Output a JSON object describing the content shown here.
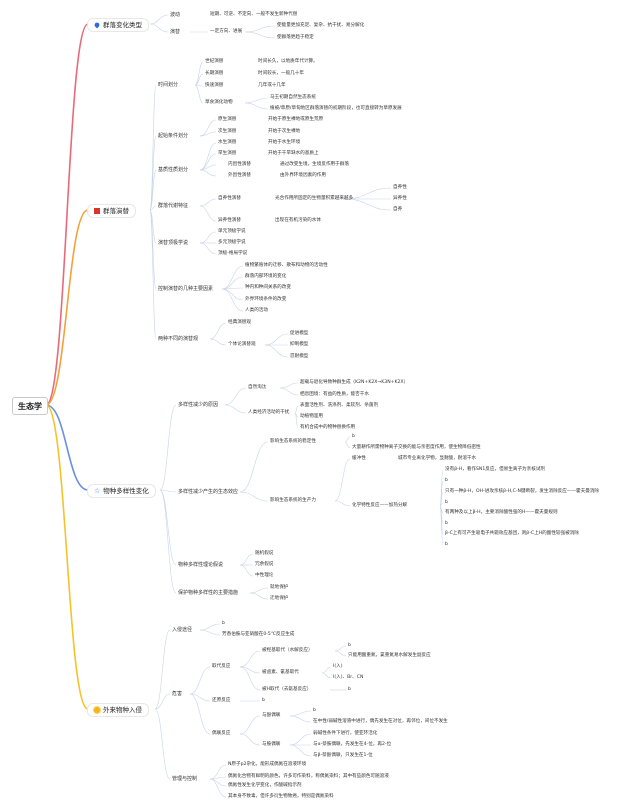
{
  "root": "生态学",
  "branches": {
    "b1": {
      "label": "群落变化类型",
      "icon": "fire-icon"
    },
    "b2": {
      "label": "群落演替",
      "icon": "red-square-icon"
    },
    "b3": {
      "label": "物种多样性变化",
      "icon": "star-icon"
    },
    "b4": {
      "label": "外来物种入侵",
      "icon": "sun-icon"
    }
  },
  "nodes": {
    "n1": "波动",
    "n2": "短期、可逆、不定向、一般不发生新种代替",
    "n3": "演替",
    "n4": "一定方向、进展",
    "n5": "使能量更加充足、复杂、抗干扰、易分解化",
    "n6": "使群落更趋于稳定",
    "n7": "时间划分",
    "n8": "世纪演替",
    "n9": "时间长久，以地质年代计算。",
    "n10": "长期演替",
    "n11": "时间较长，一般几十年",
    "n12": "快速演替",
    "n13": "几年或十几年",
    "n14": "草食演化动物",
    "n15": "马王初期自然生态系统",
    "n16": "植被/草原/草甸地区群落演替的初期阶段，也可直接转为草原发展",
    "n17": "起始条件划分",
    "n18": "原生演替",
    "n19": "开始于原生裸地或原生荒原",
    "n20": "次生演替",
    "n21": "开始于次生裸地",
    "n22": "基质性质划分",
    "n23": "水生演替",
    "n24": "开始于水生环境",
    "n25": "旱生演替",
    "n26": "开始于干旱缺水的基质上",
    "n27": "内因性演替",
    "n28": "通过改变生境，生境反作用于群落",
    "n29": "外因性演替",
    "n30": "由外界环境因素的作用",
    "n31": "群落代谢特征",
    "n32": "自养性演替",
    "n33": "光合作用所固定的生物量积累越来越多",
    "n34": "自养性",
    "n35": "异养性",
    "n36": "自养",
    "n37": "异养性演替",
    "n38": "出现在有机污染的水体",
    "n39": "演替顶极学说",
    "n40": "单元顶极学说",
    "n41": "多元顶极学说",
    "n42": "顶极-格局学说",
    "n43": "控制演替的几种主要因素",
    "n44": "植物繁殖体的迁移、散布和动物的活动性",
    "n45": "群落内部环境的变化",
    "n46": "种内和种间关系的改变",
    "n47": "外界环境条件的改变",
    "n48": "人类的活动",
    "n49": "两种不同的演替观",
    "n50": "经典演替观",
    "n51": "个体论演替观",
    "n52": "促进模型",
    "n53": "抑制模型",
    "n54": "忍耐模型",
    "n55": "多样性减少的原因",
    "n56": "自然淘汰",
    "n57": "超载与退化导致种群生成（K2N+K2X→K3N+K2X）",
    "n58": "栖息困境：有益的性质，能否干水",
    "n59": "人类经济活动的干扰",
    "n60": "表面活性剂、洗涤剂、柔软剂、杀菌剂",
    "n61": "动植物滥用",
    "n62": "有机合成中的物种替换作用",
    "n63": "多样性减少产生的生态效应",
    "n64": "影响生态系统的稳定性",
    "n65": "b",
    "n66": "大量耕作所需物种离子交换的能与亲密度作用，使生物降低密性",
    "n67": "影响生态系统的生产力",
    "n68": "缓冲性",
    "n69": "城市专业离化学物，显耐酸，耐溶干水",
    "n70": "化学特性反应——加热分解",
    "n71": "没有β-H，看作SN1反应，但易生离子为亲核试剂",
    "n72": "b",
    "n73": "只有一种β-H，OH-进攻亲核β-H,C-N键断裂，发生消除反应——霍夫曼消除",
    "n74": "b",
    "n75": "有两种及以上β-H，主要消除酸性强的H——霍夫曼规则",
    "n76": "b",
    "n77": "β-C上有可产生吸电子共轭效应基团，则β-C上H的酸性较强被消除",
    "n78": "b",
    "n79": "物种多样性理论假说",
    "n80": "随机假说",
    "n81": "冗余假说",
    "n82": "中性理论",
    "n83": "保护物种多样性的主要措施",
    "n84": "就地保护",
    "n85": "迁地保护",
    "n86": "入侵途径",
    "n87": "b",
    "n88": "芳香伯胺与亚硝酸在0-5℃反应生成",
    "n89": "危害",
    "n90": "取代反应",
    "n91": "被羟基取代（水解反应）",
    "n92": "b",
    "n93": "只能用酸重氮，氯重氮易水解发生副反应",
    "n94": "被卤素、氰基取代",
    "n95": "I(入)",
    "n96": "I(入)、Br、CN",
    "n97": "被H取代（去氨基反应）",
    "n98": "b",
    "n99": "还原反应",
    "n100": "b",
    "n101": "偶联反应",
    "n102": "与酚偶联",
    "n103": "b",
    "n104": "在中性/弱碱性溶液中进行，偶先发生在对位，再邻位，间位不发生",
    "n105": "与胺偶联",
    "n106": "弱碱性条件下进行，使亚环活化",
    "n107": "与α-萘胺偶联，先发生在4-位，再2-位",
    "n108": "与β-萘酚偶联，只发生在1-位",
    "n109": "管理与控制",
    "n110": "N原子p2杂化，能形成偶氮在溶液环境",
    "n111": "偶氮化合物有鲜明的颜色，许多可作染料，称偶氮染料；其中有些颜色可随溶液",
    "n112": "偶氮性发生化学变化，作酸碱指示剂",
    "n113": "其本身不致毒，但许多衍生物致癌，特别是偶氮染料"
  },
  "colors": {
    "b1": "#e8697a",
    "b2": "#f2a23a",
    "b3": "#6c8fe0",
    "b4": "#f3c32b",
    "leaf": "#c7d3ea"
  }
}
